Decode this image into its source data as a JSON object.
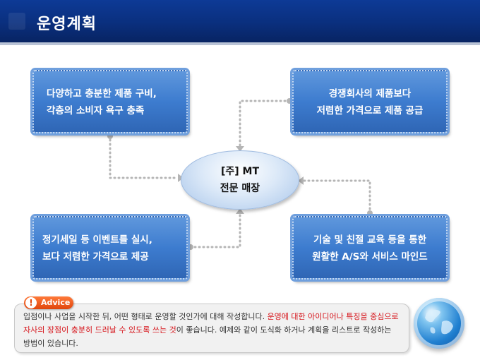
{
  "header": {
    "title": "운영계획"
  },
  "center": {
    "line1": "[주] MT",
    "line2": "전문 매장"
  },
  "boxes": {
    "top_left": {
      "line1": "다양하고 충분한 제품 구비,",
      "line2": "각층의 소비자 욕구 충족"
    },
    "top_right": {
      "line1": "경쟁회사의 제품보다",
      "line2": "저렴한 가격으로 제품 공급"
    },
    "bottom_left": {
      "line1": "정기세일 등 이벤트를 실시,",
      "line2": "보다 저렴한 가격으로 제공"
    },
    "bottom_right": {
      "line1": "기술 및 친절 교육 등을 통한",
      "line2": "원활한 A/S와 서비스 마인드"
    }
  },
  "advice": {
    "label": "Advice",
    "icon": "exclamation-icon",
    "text_part1": "입점이나 사업을 시작한 뒤, 어떤 형태로 운영할 것인가에 대해 작성합니다. ",
    "text_highlight": "운영에 대한 아이디어나 특징을 중심으로 자사의 장점이 충분히 드러날 수 있도록 쓰는 것",
    "text_part2": "이 좋습니다. 예제와 같이 도식화 하거나 계획을 리스트로 작성하는 방법이 있습니다."
  },
  "colors": {
    "title_bar": "#0a2f7e",
    "box": "#3d7ccf",
    "highlight": "#d6141a",
    "connector": "#b5b5b5"
  }
}
